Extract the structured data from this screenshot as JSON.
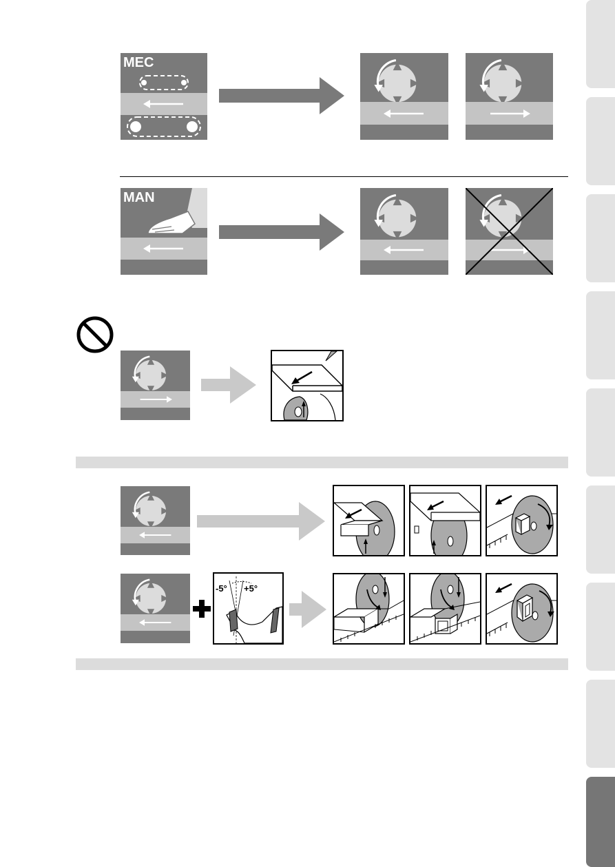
{
  "tiles": {
    "mec_label": "MEC",
    "man_label": "MAN"
  },
  "angle_diagram": {
    "minus_label": "-5°",
    "plus_label": "+5°"
  },
  "side_tabs": {
    "count": 9,
    "active_index": 8
  },
  "colors": {
    "tile_gray": "#7a7a7a",
    "band_gray": "#c4c4c4",
    "arrow_dark": "#7a7a7a",
    "arrow_light": "#c9c9c9",
    "tab_inactive": "#e3e3e3",
    "tab_active": "#767676"
  }
}
